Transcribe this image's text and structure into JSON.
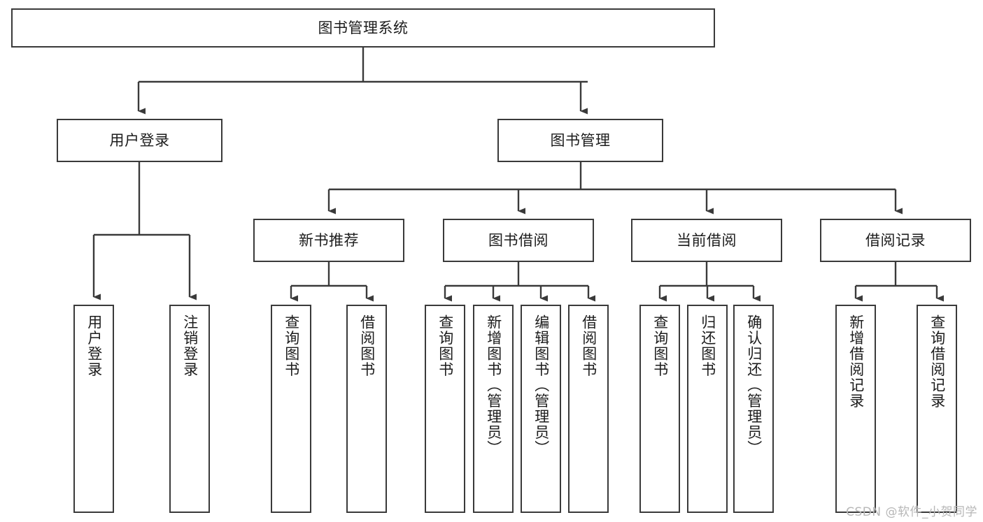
{
  "diagram": {
    "type": "hierarchy-tree",
    "title": "图书管理系统",
    "colors": {
      "box_border": "#3a3a3a",
      "box_fill": "#ffffff",
      "connector": "#3a3a3a",
      "text": "#1c1c1c",
      "watermark": "#b7b7b7"
    },
    "root": {
      "label": "图书管理系统"
    },
    "level1": [
      {
        "label": "用户登录"
      },
      {
        "label": "图书管理"
      }
    ],
    "level2": [
      {
        "label": "新书推荐"
      },
      {
        "label": "图书借阅"
      },
      {
        "label": "当前借阅"
      },
      {
        "label": "借阅记录"
      }
    ],
    "leaves": {
      "user_login": [
        {
          "label": "用户登录"
        },
        {
          "label": "注销登录"
        }
      ],
      "new_book_recommend": [
        {
          "label": "查询图书"
        },
        {
          "label": "借阅图书"
        }
      ],
      "book_borrow": [
        {
          "label": "查询图书"
        },
        {
          "label": "新增图书（管理员）"
        },
        {
          "label": "编辑图书（管理员）"
        },
        {
          "label": "借阅图书"
        }
      ],
      "current_borrow": [
        {
          "label": "查询图书"
        },
        {
          "label": "归还图书"
        },
        {
          "label": "确认归还（管理员）"
        }
      ],
      "borrow_record": [
        {
          "label": "新增借阅记录"
        },
        {
          "label": "查询借阅记录"
        }
      ]
    },
    "watermark": "CSDN @软件_小贺同学"
  }
}
